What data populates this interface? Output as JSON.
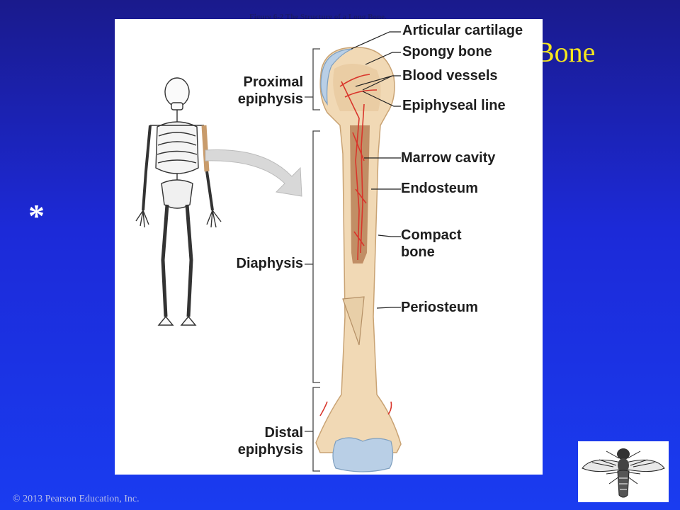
{
  "slide": {
    "title_partial": "Bone",
    "asterisk": "*",
    "copyright": "© 2013 Pearson Education, Inc.",
    "figure_caption": "Figure 6-2  The Structure of a Long Bone."
  },
  "labels": {
    "articular_cartilage": "Articular cartilage",
    "spongy_bone": "Spongy bone",
    "blood_vessels": "Blood vessels",
    "epiphyseal_line": "Epiphyseal line",
    "marrow_cavity": "Marrow cavity",
    "endosteum": "Endosteum",
    "compact_bone_1": "Compact",
    "compact_bone_2": "bone",
    "periosteum": "Periosteum",
    "proximal_1": "Proximal",
    "proximal_2": "epiphysis",
    "diaphysis": "Diaphysis",
    "distal_1": "Distal",
    "distal_2": "epiphysis"
  },
  "colors": {
    "background": "#1c2ad8",
    "title": "#f5e61e",
    "bone": "#f1d9b5",
    "bone_shadow": "#ddb98a",
    "marrow": "#b98057",
    "vessel": "#d9352b",
    "cartilage": "#b9cfe6"
  }
}
